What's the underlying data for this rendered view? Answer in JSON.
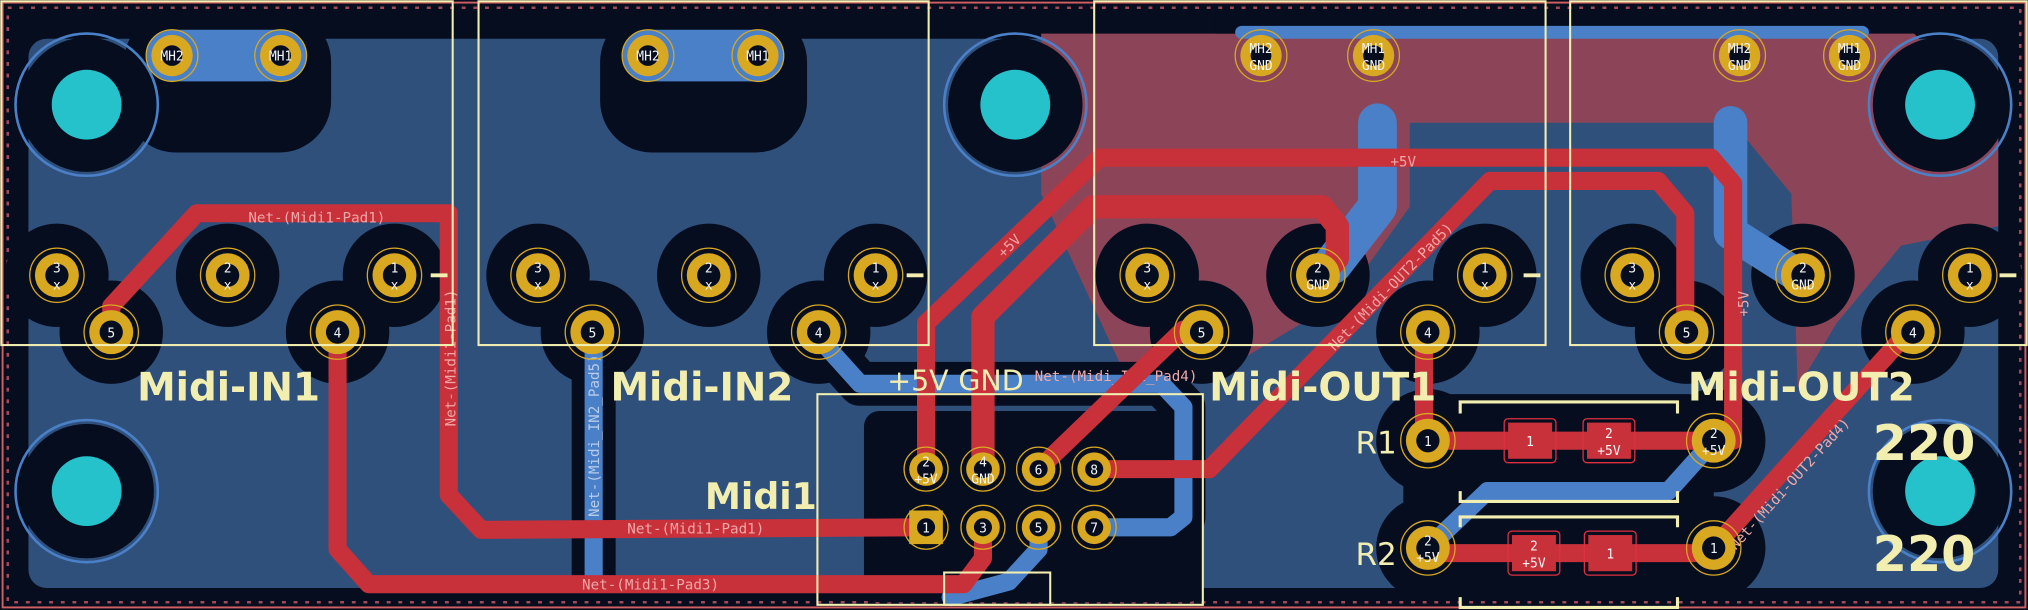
{
  "colors": {
    "background": "#050d1f",
    "back_copper_pour": "#30507c",
    "back_copper_track": "#4a80c8",
    "front_copper_track": "#c8303a",
    "front_copper_zone": "#8c4558",
    "pad": "#d8a820",
    "silkscreen": "#f2eeb0",
    "mount_hole": "#26c2cc",
    "board_edge": "#d06060"
  },
  "footprints": {
    "midi_in1": {
      "ref": "Midi-IN1",
      "pads": [
        {
          "num": "3",
          "net": "x"
        },
        {
          "num": "2",
          "net": "x"
        },
        {
          "num": "1",
          "net": "x"
        },
        {
          "num": "5",
          "net": ""
        },
        {
          "num": "4",
          "net": ""
        },
        {
          "num": "MH2",
          "net": ""
        },
        {
          "num": "MH1",
          "net": ""
        }
      ]
    },
    "midi_in2": {
      "ref": "Midi-IN2",
      "pads": [
        {
          "num": "3",
          "net": "x"
        },
        {
          "num": "2",
          "net": "x"
        },
        {
          "num": "1",
          "net": "x"
        },
        {
          "num": "5",
          "net": ""
        },
        {
          "num": "4",
          "net": ""
        },
        {
          "num": "MH2",
          "net": ""
        },
        {
          "num": "MH1",
          "net": ""
        }
      ]
    },
    "midi_out1": {
      "ref": "Midi-OUT1",
      "pads": [
        {
          "num": "3",
          "net": "x"
        },
        {
          "num": "2",
          "net": "GND"
        },
        {
          "num": "1",
          "net": "x"
        },
        {
          "num": "5",
          "net": ""
        },
        {
          "num": "4",
          "net": ""
        },
        {
          "num": "MH2",
          "net": "GND"
        },
        {
          "num": "MH1",
          "net": "GND"
        }
      ]
    },
    "midi_out2": {
      "ref": "Midi-OUT2",
      "pads": [
        {
          "num": "3",
          "net": "x"
        },
        {
          "num": "2",
          "net": "GND"
        },
        {
          "num": "1",
          "net": "x"
        },
        {
          "num": "5",
          "net": ""
        },
        {
          "num": "4",
          "net": ""
        },
        {
          "num": "MH2",
          "net": "GND"
        },
        {
          "num": "MH1",
          "net": "GND"
        }
      ]
    },
    "midi1": {
      "ref": "Midi1",
      "pads": [
        {
          "num": "2",
          "net": "+5V"
        },
        {
          "num": "4",
          "net": "GND"
        },
        {
          "num": "6",
          "net": ""
        },
        {
          "num": "8",
          "net": ""
        },
        {
          "num": "1",
          "net": ""
        },
        {
          "num": "3",
          "net": ""
        },
        {
          "num": "5",
          "net": ""
        },
        {
          "num": "7",
          "net": ""
        }
      ],
      "silk_5v": "+5V",
      "silk_gnd": "GND"
    },
    "r1": {
      "ref": "R1",
      "value": "220",
      "pads": [
        {
          "num": "1",
          "net": ""
        },
        {
          "num": "2",
          "net": "+5V"
        }
      ],
      "smd_pads": [
        {
          "num": "1",
          "net": ""
        },
        {
          "num": "2",
          "net": "+5V"
        }
      ]
    },
    "r2": {
      "ref": "R2",
      "value": "220",
      "pads": [
        {
          "num": "2",
          "net": "+5V"
        },
        {
          "num": "1",
          "net": ""
        }
      ],
      "smd_pads": [
        {
          "num": "2",
          "net": "+5V"
        },
        {
          "num": "1",
          "net": ""
        }
      ]
    }
  },
  "net_labels": {
    "pad1_top": "Net-(Midi1-Pad1)",
    "pad1_vertical": "Net-(Midi1-Pad1)",
    "pad1_bottom": "Net-(Midi1-Pad1)",
    "pad3_bottom": "Net-(Midi1-Pad3)",
    "in2_pad5": "Net-(Midi_IN2_Pad5)",
    "in2_pad4": "Net-(Midi_IN2_Pad4)",
    "out2_pad5": "Net-(Midi-OUT2-Pad5)",
    "out2_pad4": "Net-(Midi-OUT2-Pad4)",
    "plus5v_top": "+5V",
    "plus5v_diag": "+5V",
    "plus5v_right": "+5V"
  }
}
